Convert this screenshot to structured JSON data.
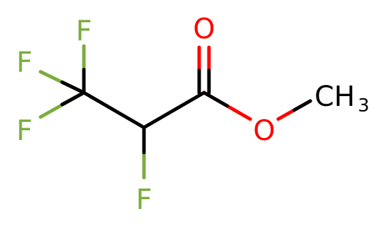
{
  "colors": {
    "carbon_bond": "#000000",
    "fluorine": "#7aad3c",
    "oxygen": "#ff0000",
    "methyl": "#000000",
    "background": "#ffffff"
  },
  "atoms": {
    "f1": "F",
    "f2": "F",
    "f3": "F",
    "f4": "F",
    "o_carbonyl": "O",
    "o_ester": "O",
    "methyl_main": "CH",
    "methyl_sub": "3"
  }
}
